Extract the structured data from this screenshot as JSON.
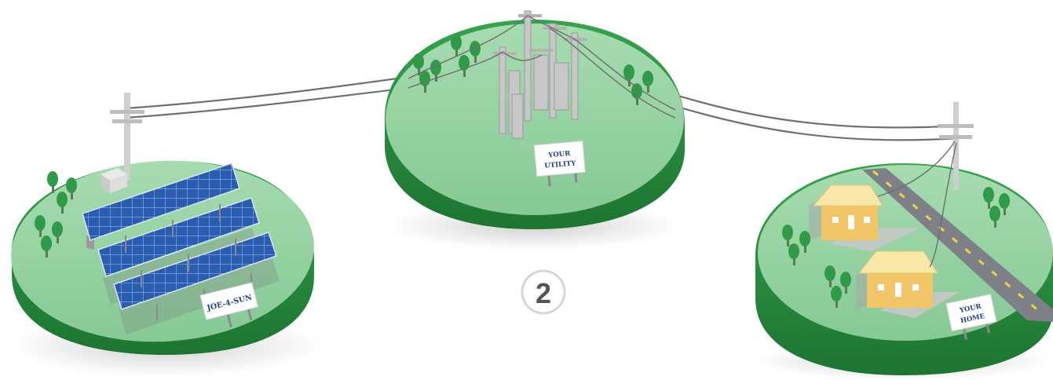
{
  "diagram": {
    "signs": {
      "solar_farm": "JOE-4-SUN",
      "utility_line1": "YOUR",
      "utility_line2": "UTILITY",
      "home_line1": "YOUR",
      "home_line2": "HOME"
    },
    "step_badge": "2",
    "colors": {
      "island_top": "#8fd09d",
      "island_side": "#2e9a45",
      "island_base": "#1f7a34",
      "panel": "#2a5db0",
      "house_wall": "#f2c566",
      "road": "#7d8086",
      "road_stripe": "#f0d23c",
      "tree": "#3aa24f",
      "wire": "#6b6b6b",
      "sign_text": "#1f3f8f"
    }
  }
}
